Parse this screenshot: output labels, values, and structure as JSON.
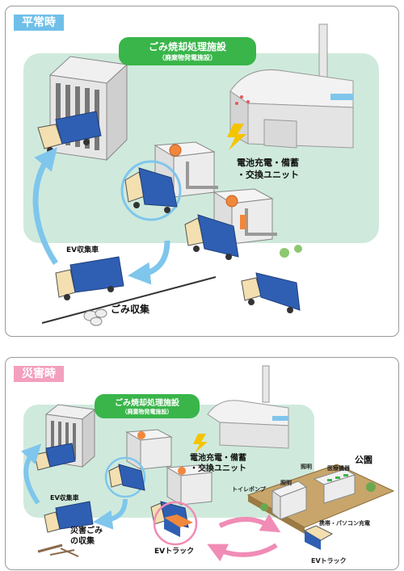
{
  "normal": {
    "tag": "平常時",
    "facility_title": "ごみ焼却処理施設",
    "facility_sub": "（廃棄物発電施設）",
    "battery_line1": "電池充電・備蓄",
    "battery_line2": "・交換ユニット",
    "ev_collector": "EV収集車",
    "garbage_collection": "ごみ収集"
  },
  "disaster": {
    "tag": "災害時",
    "facility_title": "ごみ焼却処理施設",
    "facility_sub": "（廃棄物発電施設）",
    "battery_line1": "電池充電・備蓄",
    "battery_line2": "・交換ユニット",
    "ev_collector": "EV収集車",
    "disaster_collection_line1": "災害ごみ",
    "disaster_collection_line2": "の収集",
    "ev_truck": "EVトラック",
    "park": "公園",
    "lighting_1": "照明",
    "lighting_2": "照明",
    "medical": "医療機器",
    "toilet_pump": "トイレポンプ",
    "phone_pc": "携帯・パソコン充電",
    "ev_truck_2": "EVトラック"
  },
  "colors": {
    "bg_green": "#cfeadc",
    "tag_blue": "#6fbfe9",
    "tag_pink": "#f39fbe",
    "title_green": "#39b54a",
    "truck_blue": "#2f5fb3",
    "truck_cab": "#f3dfb0",
    "arrow_blue": "#7fc6ec",
    "arrow_pink": "#f08cb5"
  }
}
